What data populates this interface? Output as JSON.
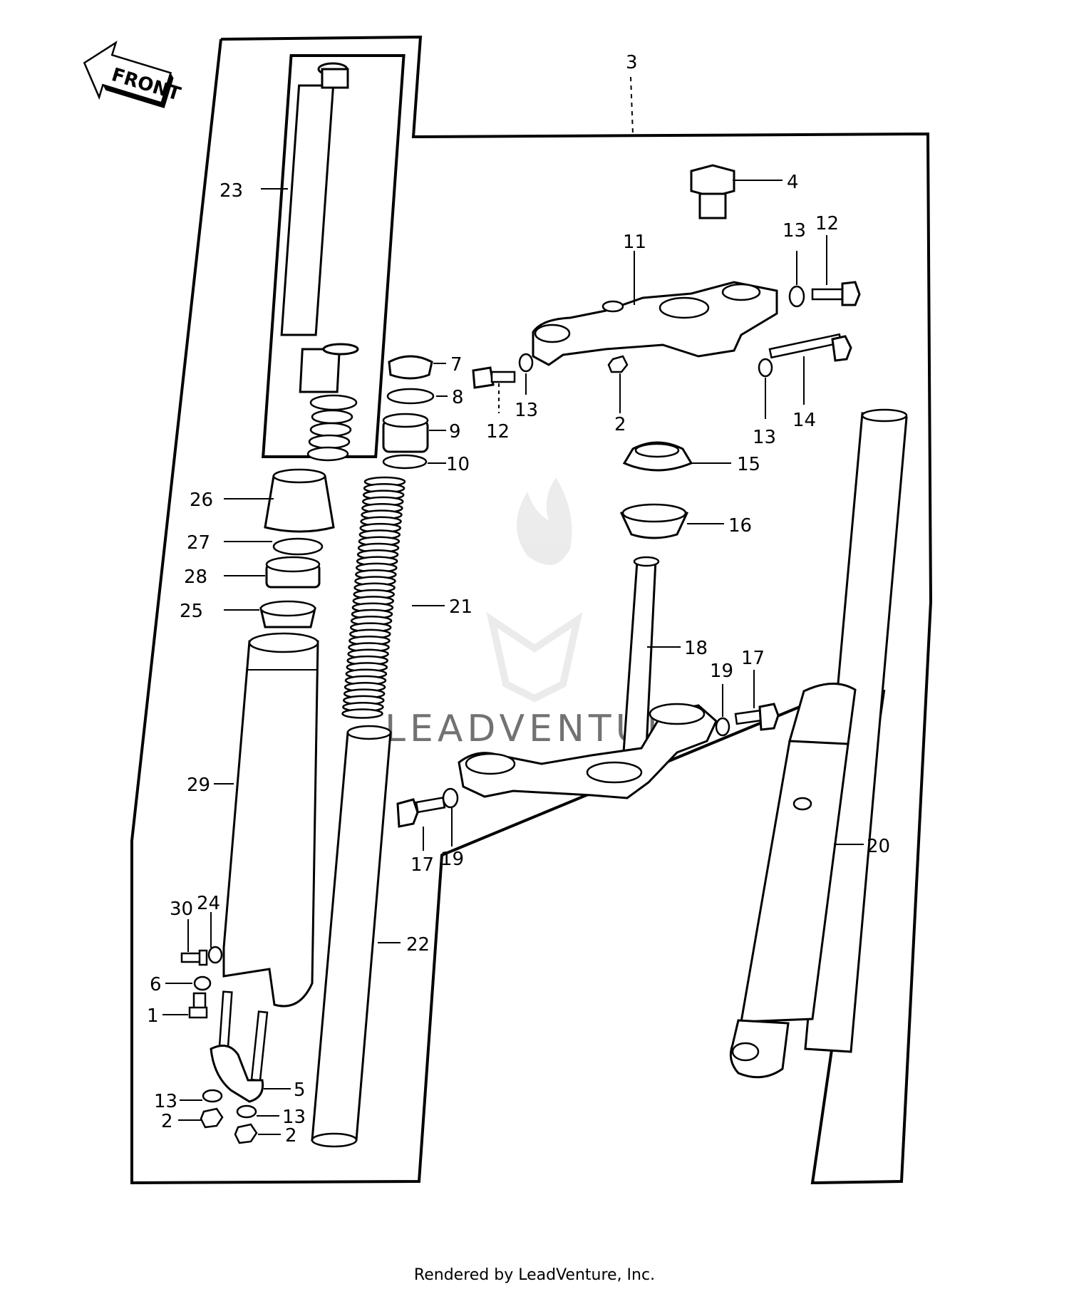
{
  "front_arrow": {
    "label": "FRONT"
  },
  "watermark": {
    "text": "LEADVENTURE"
  },
  "footer": {
    "text": "Rendered by LeadVenture, Inc."
  },
  "labels": {
    "l1": "1",
    "l2a": "2",
    "l2b": "2",
    "l2c": "2",
    "l3": "3",
    "l4": "4",
    "l5": "5",
    "l6": "6",
    "l7": "7",
    "l8": "8",
    "l9": "9",
    "l10": "10",
    "l11": "11",
    "l12a": "12",
    "l12b": "12",
    "l13a": "13",
    "l13b": "13",
    "l13c": "13",
    "l13d": "13",
    "l13e": "13",
    "l14": "14",
    "l15": "15",
    "l16": "16",
    "l17a": "17",
    "l17b": "17",
    "l18": "18",
    "l19a": "19",
    "l19b": "19",
    "l20": "20",
    "l21": "21",
    "l22": "22",
    "l23": "23",
    "l24": "24",
    "l25": "25",
    "l26": "26",
    "l27": "27",
    "l28": "28",
    "l29": "29",
    "l30": "30"
  }
}
